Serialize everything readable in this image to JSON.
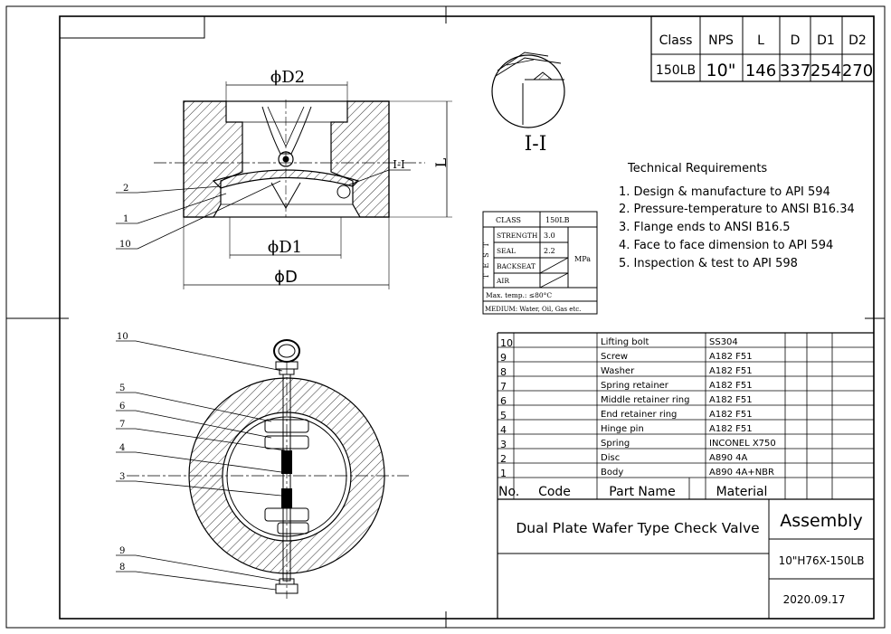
{
  "dims_table": {
    "headers": [
      "Class",
      "NPS",
      "L",
      "D",
      "D1",
      "D2"
    ],
    "values": [
      "150LB",
      "10\"",
      "146",
      "337",
      "254",
      "270"
    ]
  },
  "detail_label": "I-I",
  "section_labels": {
    "d2": "ϕD2",
    "d1": "ϕD1",
    "d": "ϕD",
    "l": "L",
    "ii": "I-I",
    "callout_2": "2",
    "callout_1": "1",
    "callout_10": "10"
  },
  "front_callouts": [
    "10",
    "5",
    "6",
    "7",
    "4",
    "3",
    "9",
    "8"
  ],
  "tech": {
    "title": "Technical Requirements",
    "items": [
      "1. Design & manufacture to API 594",
      "2. Pressure-temperature to ANSI B16.34",
      "3. Flange ends to ANSI B16.5",
      "4. Face to face dimension to API 594",
      "5. Inspection & test to API 598"
    ]
  },
  "test_table": {
    "class_label": "CLASS",
    "class_value": "150LB",
    "test_label": "TEST",
    "rows": [
      {
        "name": "STRENGTH",
        "value": "3.0"
      },
      {
        "name": "SEAL",
        "value": "2.2"
      },
      {
        "name": "BACKSEAT",
        "value": ""
      },
      {
        "name": "AIR",
        "value": ""
      }
    ],
    "unit": "MPa",
    "max_temp": "Max. temp.: ≤80°C",
    "medium": "MEDIUM: Water, Oil, Gas etc."
  },
  "bom": {
    "rows": [
      {
        "no": "10",
        "name": "Lifting bolt",
        "material": "SS304"
      },
      {
        "no": "9",
        "name": "Screw",
        "material": "A182 F51"
      },
      {
        "no": "8",
        "name": "Washer",
        "material": "A182 F51"
      },
      {
        "no": "7",
        "name": "Spring retainer",
        "material": "A182 F51"
      },
      {
        "no": "6",
        "name": "Middle retainer ring",
        "material": "A182 F51"
      },
      {
        "no": "5",
        "name": "End retainer ring",
        "material": "A182 F51"
      },
      {
        "no": "4",
        "name": "Hinge pin",
        "material": "A182 F51"
      },
      {
        "no": "3",
        "name": "Spring",
        "material": "INCONEL X750"
      },
      {
        "no": "2",
        "name": "Disc",
        "material": "A890 4A"
      },
      {
        "no": "1",
        "name": "Body",
        "material": "A890 4A+NBR"
      }
    ],
    "header": {
      "no": "No.",
      "code": "Code",
      "name": "Part Name",
      "material": "Material"
    }
  },
  "title_block": {
    "title": "Dual Plate Wafer Type Check Valve",
    "assembly": "Assembly",
    "model": "10\"H76X-150LB",
    "date": "2020.09.17"
  }
}
